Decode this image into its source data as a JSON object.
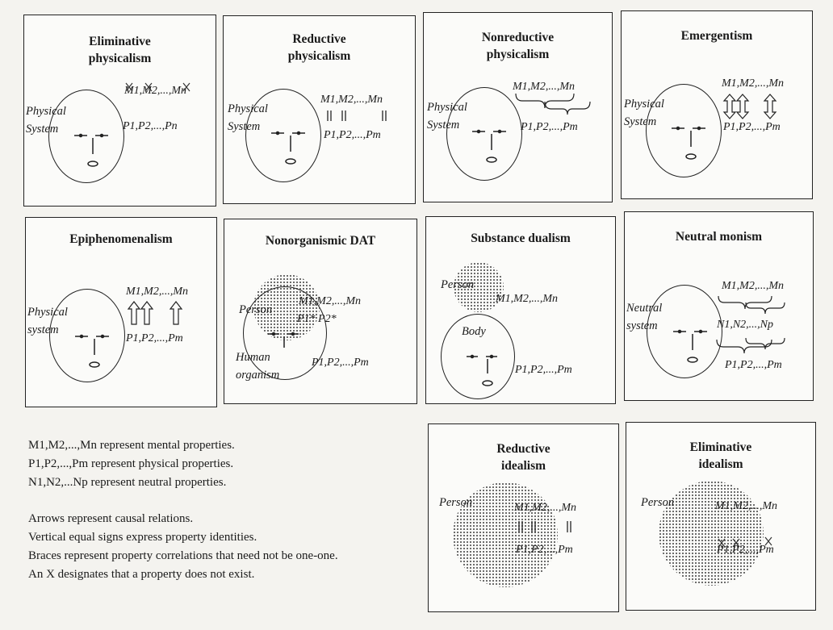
{
  "panels": [
    {
      "title_l1": "Eliminative",
      "title_l2": "physicalism",
      "label_l1": "Physical",
      "label_l2": "System",
      "m_row": "M1,M2,...,Mn",
      "p_row": "P1,P2,...,Pn"
    },
    {
      "title_l1": "Reductive",
      "title_l2": "physicalism",
      "label_l1": "Physical",
      "label_l2": "System",
      "m_row": "M1,M2,...,Mn",
      "p_row": "P1,P2,...,Pm"
    },
    {
      "title_l1": "Nonreductive",
      "title_l2": "physicalism",
      "label_l1": "Physical",
      "label_l2": "System",
      "m_row": "M1,M2,...,Mn",
      "p_row": "P1,P2,...,Pm"
    },
    {
      "title_l1": "Emergentism",
      "label_l1": "Physical",
      "label_l2": "System",
      "m_row": "M1,M2,...,Mn",
      "p_row": "P1,P2,...,Pm"
    },
    {
      "title_l1": "Epiphenomenalism",
      "label_l1": "Physical",
      "label_l2": "system",
      "m_row": "M1,M2,...,Mn",
      "p_row": "P1,P2,...,Pm"
    },
    {
      "title_l1": "Nonorganismic DAT",
      "person": "Person",
      "p_star": "P1*  P2*",
      "human_l1": "Human",
      "human_l2": "organism",
      "m_row": "M1,M2,...,Mn",
      "p_row": "P1,P2,...,Pm"
    },
    {
      "title_l1": "Substance dualism",
      "person": "Person",
      "body": "Body",
      "m_row": "M1,M2,...,Mn",
      "p_row": "P1,P2,...,Pm"
    },
    {
      "title_l1": "Neutral monism",
      "label_l1": "Neutral",
      "label_l2": "system",
      "m_row": "M1,M2,...,Mn",
      "n_row": "N1,N2,...,Np",
      "p_row": "P1,P2,...,Pm"
    },
    {
      "title_l1": "Reductive",
      "title_l2": "idealism",
      "person": "Person",
      "m_row": "M1,M2,...,Mn",
      "p_row": "P1,P2,...,Pm"
    },
    {
      "title_l1": "Eliminative",
      "title_l2": "idealism",
      "person": "Person",
      "m_row": "M1,M2,...,Mn",
      "p_row": "P1,P2,...,Pm"
    }
  ],
  "legend": {
    "line1": "M1,M2,...,Mn represent mental properties.",
    "line2": "P1,P2,...,Pm represent physical properties.",
    "line3": "N1,N2,...Np represent neutral properties.",
    "line4": "Arrows represent causal relations.",
    "line5": "Vertical equal signs express property identities.",
    "line6": "Braces represent property correlations that need not be one-one.",
    "line7": "An X designates that a property does not exist."
  }
}
